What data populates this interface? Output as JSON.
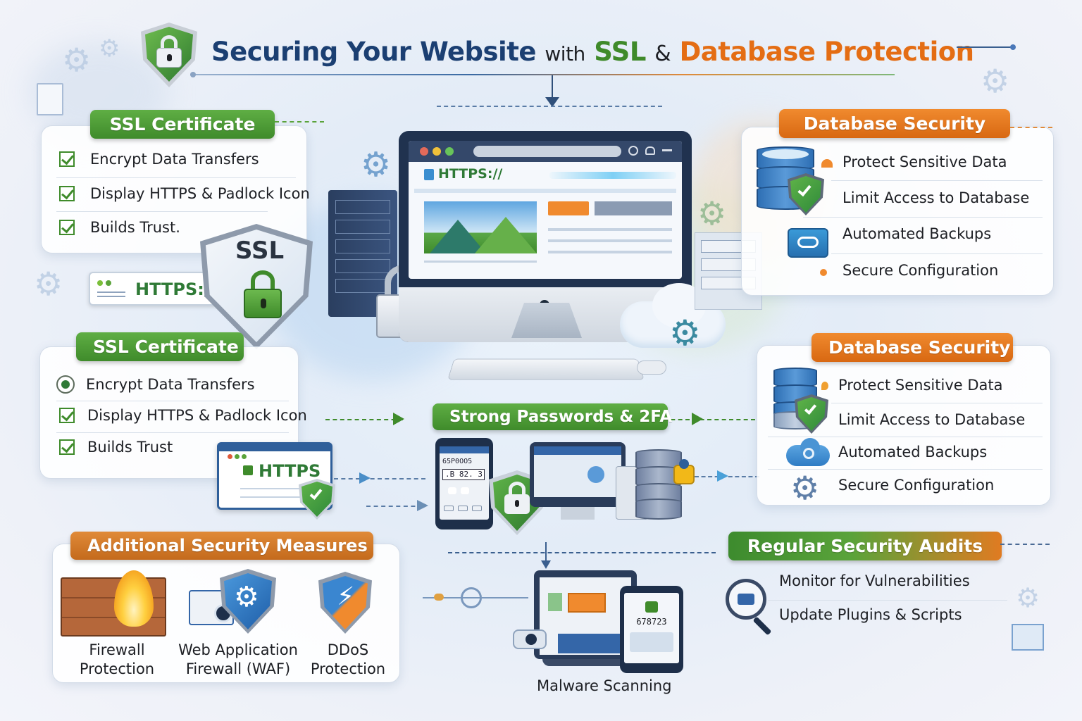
{
  "title": {
    "part1": "Securing Your Website",
    "part2": "with",
    "part3": "SSL",
    "part4": "&",
    "part5": "Database Protection"
  },
  "colors": {
    "navy": "#1b3f72",
    "green": "#3f8b2b",
    "orange": "#e46d14",
    "blue": "#2e6fb4"
  },
  "ssl_panel_top": {
    "header": "SSL Certificate",
    "items": [
      {
        "label": "Encrypt Data Transfers",
        "icon": "checkbox-icon"
      },
      {
        "label": "Display HTTPS & Padlock Icon",
        "icon": "checkbox-icon"
      },
      {
        "label": "Builds Trust.",
        "icon": "checkbox-icon"
      }
    ],
    "badge_https": "HTTPS://",
    "shield_text": "SSL"
  },
  "db_panel_top": {
    "header": "Database Security",
    "items": [
      {
        "label": "Protect Sensitive Data",
        "icon": "bell-icon"
      },
      {
        "label": "Limit Access to Database",
        "icon": "database-shield-icon"
      },
      {
        "label": "Automated Backups",
        "icon": "backup-icon"
      },
      {
        "label": "Secure Configuration",
        "icon": "dot-icon"
      }
    ]
  },
  "monitor": {
    "address": "HTTPS://"
  },
  "ssl_panel_bottom": {
    "header": "SSL Certificate",
    "items": [
      {
        "label": "Encrypt Data Transfers",
        "icon": "radio-icon"
      },
      {
        "label": "Display HTTPS & Padlock Icon",
        "icon": "checkbox-icon"
      },
      {
        "label": "Builds Trust",
        "icon": "checkbox-icon"
      }
    ],
    "badge_https": "HTTPS"
  },
  "passwords": {
    "header": "Strong Passwords & 2FA",
    "phone_code_top": "65P0OO5",
    "phone_code": ".B 82. 3"
  },
  "db_panel_bottom": {
    "header": "Database Security",
    "items": [
      {
        "label": "Protect Sensitive Data",
        "icon": "key-icon"
      },
      {
        "label": "Limit Access to Database",
        "icon": "database-shield-icon"
      },
      {
        "label": "Automated Backups",
        "icon": "cloud-icon"
      },
      {
        "label": "Secure Configuration",
        "icon": "gear-icon"
      }
    ]
  },
  "additional": {
    "header": "Additional Security Measures",
    "items": [
      {
        "line1": "Firewall",
        "line2": "Protection",
        "icon": "firewall-icon"
      },
      {
        "line1": "Web Application",
        "line2": "Firewall (WAF)",
        "icon": "waf-shield-icon"
      },
      {
        "line1": "DDoS",
        "line2": "Protection",
        "icon": "ddos-shield-icon"
      }
    ]
  },
  "malware": {
    "caption": "Malware Scanning",
    "phone_code": "678723"
  },
  "audits": {
    "header": "Regular Security Audits",
    "items": [
      {
        "label": "Monitor for Vulnerabilities"
      },
      {
        "label": "Update Plugins & Scripts"
      }
    ]
  }
}
